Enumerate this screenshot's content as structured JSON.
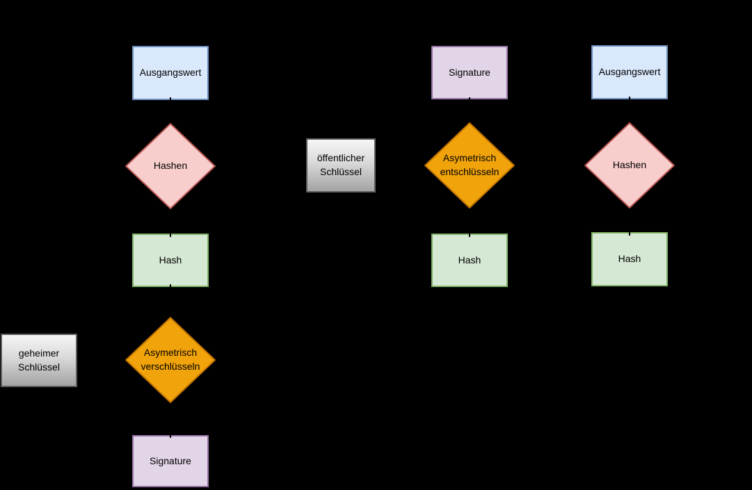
{
  "diagram": {
    "background": "#000000",
    "language": "de",
    "topic": "digital-signature-flow"
  },
  "palette": {
    "process_fill": "#dae8fc",
    "process_stroke": "#6c8ebf",
    "hash_fill": "#d5e8d4",
    "hash_stroke": "#82b366",
    "hashing_fill": "#f8cecc",
    "hashing_stroke": "#b85450",
    "crypto_fill": "#f0a30a",
    "crypto_stroke": "#bd7000",
    "signature_fill": "#e1d5e7",
    "signature_stroke": "#9673a6",
    "key_fill_top": "#f6f6f6",
    "key_fill_bottom": "#a3a3a3",
    "key_stroke": "#5d5d5d",
    "text_color": "#000000",
    "edge_color": "#000000"
  },
  "nodes": {
    "ausgangswert_left": {
      "label": "Ausgangswert",
      "shape": "rectangle"
    },
    "hashen_left": {
      "label": "Hashen",
      "shape": "diamond"
    },
    "hash_left": {
      "label": "Hash",
      "shape": "rectangle"
    },
    "asym_verschluesseln": {
      "label": "Asymetrisch verschlüsseln",
      "shape": "diamond"
    },
    "signature_bottom": {
      "label": "Signature",
      "shape": "rectangle"
    },
    "geheimer_schluessel": {
      "label": "geheimer Schlüssel",
      "shape": "rectangle"
    },
    "oeffentlicher_schluessel": {
      "label": "öffentlicher Schlüssel",
      "shape": "rectangle"
    },
    "signature_top": {
      "label": "Signature",
      "shape": "rectangle"
    },
    "asym_entschluesseln": {
      "label": "Asymetrisch entschlüsseln",
      "shape": "diamond"
    },
    "hash_middle": {
      "label": "Hash",
      "shape": "rectangle"
    },
    "ausgangswert_right": {
      "label": "Ausgangswert",
      "shape": "rectangle"
    },
    "hashen_right": {
      "label": "Hashen",
      "shape": "diamond"
    },
    "hash_right": {
      "label": "Hash",
      "shape": "rectangle"
    }
  }
}
